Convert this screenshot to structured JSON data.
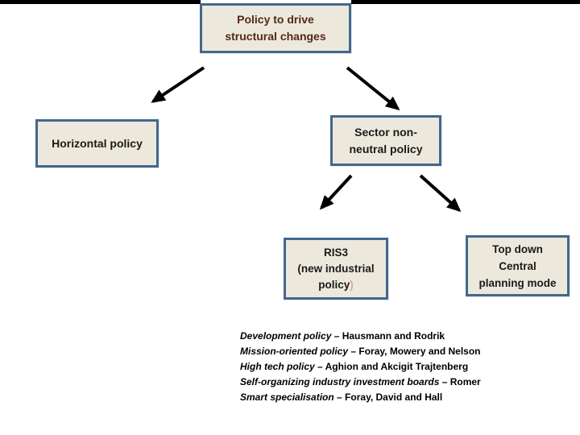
{
  "colors": {
    "box_fill": "#ece9dc",
    "box_border": "#44678d",
    "root_text": "#55281a",
    "body_text": "#1a1a1a",
    "paren_accent": "#e6a396",
    "arrow": "#000000",
    "top_bar": "#000000"
  },
  "nodes": {
    "root": {
      "line1": "Policy to drive",
      "line2": "structural changes"
    },
    "horizontal": {
      "label": "Horizontal policy"
    },
    "sector": {
      "line1": "Sector non-",
      "line2": "neutral policy"
    },
    "ris3": {
      "line1": "RIS3",
      "line2": "(new industrial",
      "line3_main": "policy",
      "line3_paren": ")"
    },
    "topdown": {
      "line1": "Top down",
      "line2": "Central",
      "line3": "planning mode"
    }
  },
  "references": [
    {
      "policy": "Development policy",
      "rest": " – Hausmann and Rodrik"
    },
    {
      "policy": "Mission-oriented policy",
      "rest": " – Foray, Mowery and Nelson"
    },
    {
      "policy": "High tech policy",
      "rest": " – Aghion and Akcigit Trajtenberg"
    },
    {
      "policy": "Self-organizing industry investment boards",
      "rest": " –  Romer"
    },
    {
      "policy": "Smart specialisation",
      "rest": " – Foray, David and Hall"
    }
  ]
}
